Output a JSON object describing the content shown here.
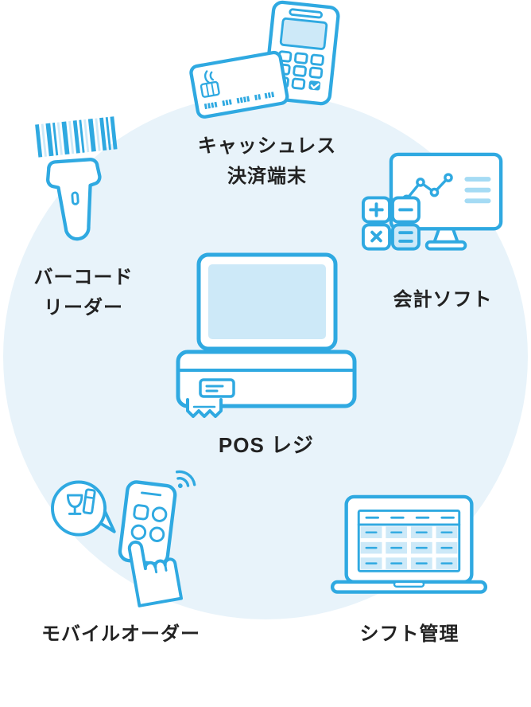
{
  "illustration": {
    "title_hint": "POS register ecosystem diagram",
    "items": {
      "cashless": {
        "name": "cashless-payment-terminal",
        "label_line1": "キャッシュレス",
        "label_line2": "決済端末"
      },
      "barcode": {
        "name": "barcode-reader",
        "label_line1": "バーコード",
        "label_line2": "リーダー"
      },
      "accounting": {
        "name": "accounting-software",
        "label": "会計ソフト"
      },
      "pos": {
        "name": "pos-register",
        "label": "POS レジ"
      },
      "mobile_order": {
        "name": "mobile-order",
        "label": "モバイルオーダー"
      },
      "shift": {
        "name": "shift-management",
        "label": "シフト管理"
      }
    }
  },
  "palette": {
    "line": "#2FA9E1",
    "line_light": "#A5DBF4",
    "fill_light": "#CDE9F8",
    "circle_bg": "#E8F3FA",
    "text": "#222222",
    "background": "#FFFFFF"
  }
}
